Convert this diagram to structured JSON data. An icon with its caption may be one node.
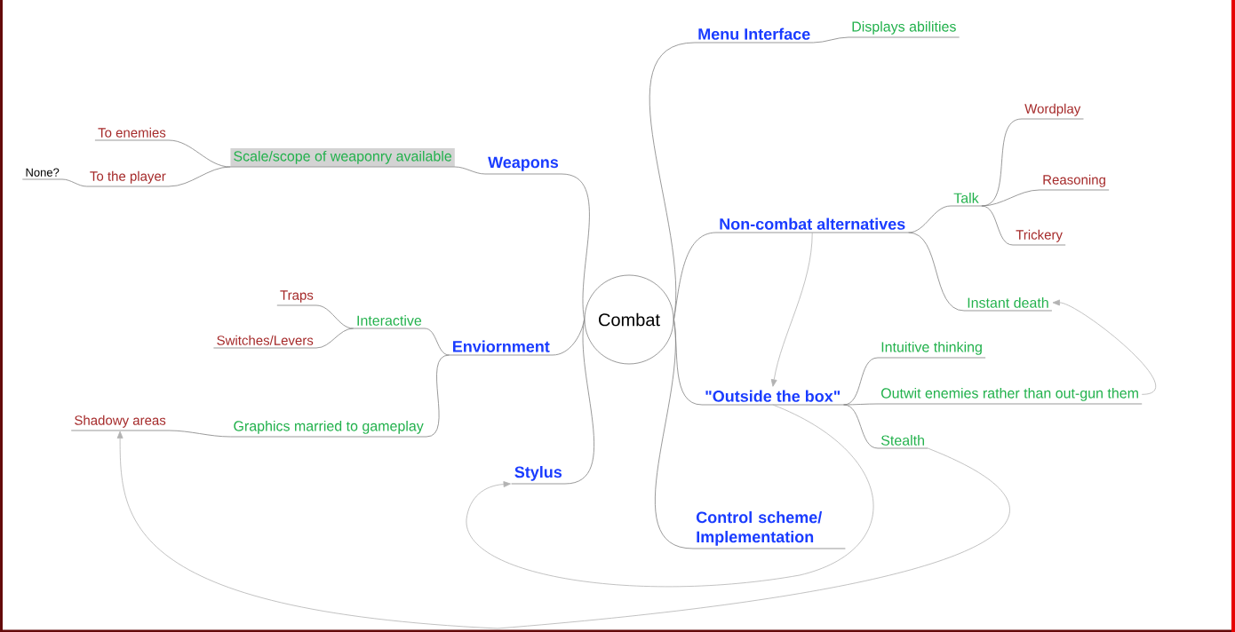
{
  "diagram": {
    "nodes": [
      {
        "text": [
          "Combat"
        ]
      },
      {
        "text": [
          "Menu Interface"
        ]
      },
      {
        "text": [
          "Displays abilities"
        ]
      },
      {
        "text": [
          "Weapons"
        ]
      },
      {
        "text": [
          "Scale/scope of weaponry available"
        ]
      },
      {
        "text": [
          "To enemies"
        ]
      },
      {
        "text": [
          "To the player"
        ]
      },
      {
        "text": [
          "None?"
        ]
      },
      {
        "text": [
          "Non-combat alternatives"
        ]
      },
      {
        "text": [
          "Talk"
        ]
      },
      {
        "text": [
          "Wordplay"
        ]
      },
      {
        "text": [
          "Reasoning"
        ]
      },
      {
        "text": [
          "Trickery"
        ]
      },
      {
        "text": [
          "Instant death"
        ]
      },
      {
        "text": [
          "Enviornment"
        ]
      },
      {
        "text": [
          "Interactive"
        ]
      },
      {
        "text": [
          "Traps"
        ]
      },
      {
        "text": [
          "Switches/Levers"
        ]
      },
      {
        "text": [
          "Graphics married to gameplay"
        ]
      },
      {
        "text": [
          "Shadowy areas"
        ]
      },
      {
        "text": [
          "\"Outside the box\""
        ]
      },
      {
        "text": [
          "Intuitive thinking"
        ]
      },
      {
        "text": [
          "Outwit enemies rather than out-gun them"
        ]
      },
      {
        "text": [
          "Stealth"
        ]
      },
      {
        "text": [
          "Stylus"
        ]
      },
      {
        "text": [
          "Control scheme/ Implementation"
        ]
      }
    ],
    "edges": [
      {
        "from": 0,
        "to": 1,
        "arrow": "none"
      },
      {
        "from": 1,
        "to": 2,
        "arrow": "none"
      },
      {
        "from": 0,
        "to": 3,
        "arrow": "none"
      },
      {
        "from": 3,
        "to": 4,
        "arrow": "none"
      },
      {
        "from": 4,
        "to": 5,
        "arrow": "none"
      },
      {
        "from": 4,
        "to": 6,
        "arrow": "none"
      },
      {
        "from": 6,
        "to": 7,
        "arrow": "none"
      },
      {
        "from": 0,
        "to": 8,
        "arrow": "none"
      },
      {
        "from": 8,
        "to": 9,
        "arrow": "none"
      },
      {
        "from": 9,
        "to": 10,
        "arrow": "none"
      },
      {
        "from": 9,
        "to": 11,
        "arrow": "none"
      },
      {
        "from": 9,
        "to": 12,
        "arrow": "none"
      },
      {
        "from": 8,
        "to": 13,
        "arrow": "none"
      },
      {
        "from": 0,
        "to": 14,
        "arrow": "none"
      },
      {
        "from": 14,
        "to": 15,
        "arrow": "none"
      },
      {
        "from": 15,
        "to": 16,
        "arrow": "none"
      },
      {
        "from": 15,
        "to": 17,
        "arrow": "none"
      },
      {
        "from": 14,
        "to": 18,
        "arrow": "none"
      },
      {
        "from": 18,
        "to": 19,
        "arrow": "none"
      },
      {
        "from": 0,
        "to": 20,
        "arrow": "none"
      },
      {
        "from": 20,
        "to": 21,
        "arrow": "none"
      },
      {
        "from": 20,
        "to": 22,
        "arrow": "none"
      },
      {
        "from": 20,
        "to": 23,
        "arrow": "none"
      },
      {
        "from": 0,
        "to": 24,
        "arrow": "none"
      },
      {
        "from": 0,
        "to": 25,
        "arrow": "none"
      },
      {
        "from": 8,
        "to": 20,
        "arrow": "to",
        "color": "#b3b3b3"
      },
      {
        "from": 20,
        "to": 24,
        "arrow": "to",
        "color": "#b3b3b3"
      },
      {
        "from": 23,
        "to": 19,
        "arrow": "to",
        "color": "#b3b3b3"
      },
      {
        "from": 22,
        "to": 13,
        "arrow": "to",
        "color": "#b3b3b3"
      }
    ]
  }
}
